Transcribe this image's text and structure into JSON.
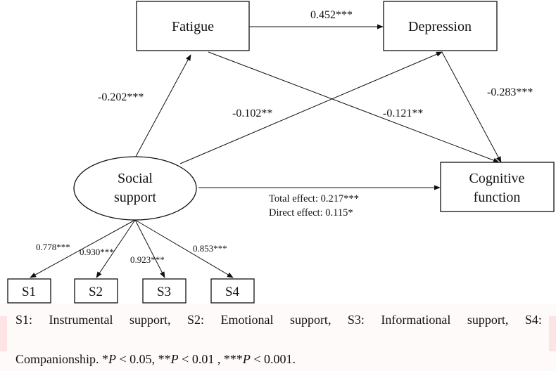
{
  "nodes": {
    "fatigue": "Fatigue",
    "depression": "Depression",
    "social_support_line1": "Social",
    "social_support_line2": "support",
    "cognitive_line1": "Cognitive",
    "cognitive_line2": "function",
    "s1": "S1",
    "s2": "S2",
    "s3": "S3",
    "s4": "S4"
  },
  "paths": {
    "fatigue_to_depression": "0.452***",
    "support_to_fatigue": "-0.202***",
    "support_to_depression": "-0.102**",
    "fatigue_to_cognitive": "-0.121**",
    "depression_to_cognitive": "-0.283***",
    "total_effect": "Total effect: 0.217***",
    "direct_effect": "Direct effect: 0.115*"
  },
  "loadings": {
    "s1": "0.778***",
    "s2": "0.930***",
    "s3": "0.923***",
    "s4": "0.853***"
  },
  "footnote": {
    "line1_parts": [
      "S1:",
      "Instrumental",
      "support,",
      "S2:",
      "Emotional",
      "support,",
      "S3:",
      "Informational",
      "support,",
      "S4:"
    ],
    "line2_a": "Companionship. *",
    "p1": "P",
    "line2_b": " < 0.05, **",
    "p2": "P",
    "line2_c": " < 0.01 , ***",
    "p3": "P",
    "line2_d": " < 0.001."
  }
}
